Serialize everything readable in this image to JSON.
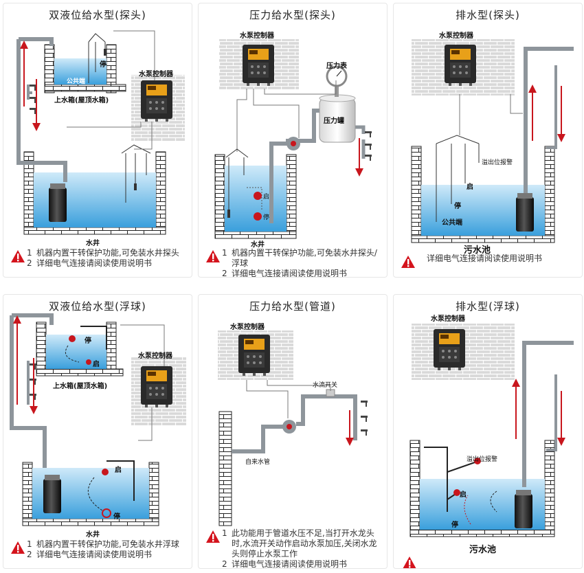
{
  "colors": {
    "water_top": "#bfe3f7",
    "water_bottom": "#3fa8e0",
    "pipe": "#8e959b",
    "arrow": "#c8161d",
    "warning": "#d4141d",
    "brick_line": "#1a1a1a"
  },
  "panels": [
    {
      "title": "双液位给水型(探头)",
      "labels": {
        "tank_common": "公共端",
        "tank_name": "上水箱(屋顶水箱)",
        "stop": "停",
        "controller": "水泵控制器",
        "pool": "水井"
      },
      "notes": [
        {
          "num": "1",
          "text": "机器内置干转保护功能,可免装水井探头"
        },
        {
          "num": "2",
          "text": "详细电气连接请阅读使用说明书"
        }
      ]
    },
    {
      "title": "压力给水型(探头)",
      "labels": {
        "controller": "水泵控制器",
        "gauge": "压力表",
        "tank": "压力罐",
        "start": "启",
        "stop": "停",
        "pool": "水井"
      },
      "notes": [
        {
          "num": "1",
          "text": "机器内置干转保护功能,可免装水井探头/浮球"
        },
        {
          "num": "2",
          "text": "详细电气连接请阅读使用说明书"
        }
      ]
    },
    {
      "title": "排水型(探头)",
      "labels": {
        "controller": "水泵控制器",
        "overflow": "溢出位报警",
        "start": "启",
        "stop": "停",
        "common": "公共端",
        "pool": "污水池"
      },
      "notes": [
        {
          "num": "",
          "text": "详细电气连接请阅读使用说明书"
        }
      ]
    },
    {
      "title": "双液位给水型(浮球)",
      "labels": {
        "stop": "停",
        "start": "启",
        "tank_name": "上水箱(屋顶水箱)",
        "controller": "水泵控制器",
        "pool": "水井"
      },
      "notes": [
        {
          "num": "1",
          "text": "机器内置干转保护功能,可免装水井浮球"
        },
        {
          "num": "2",
          "text": "详细电气连接请阅读使用说明书"
        }
      ]
    },
    {
      "title": "压力给水型(管道)",
      "labels": {
        "controller": "水泵控制器",
        "flow_switch": "水流开关",
        "mains": "自来水管"
      },
      "notes": [
        {
          "num": "1",
          "text": "此功能用于管道水压不足,当打开水龙头时,水流开关动作启动水泵加压,关闭水龙头则停止水泵工作"
        },
        {
          "num": "2",
          "text": "详细电气连接请阅读使用说明书"
        }
      ]
    },
    {
      "title": "排水型(浮球)",
      "labels": {
        "controller": "水泵控制器",
        "overflow": "溢出位报警",
        "start": "启",
        "stop": "停",
        "pool": "污水池"
      },
      "notes": []
    }
  ]
}
